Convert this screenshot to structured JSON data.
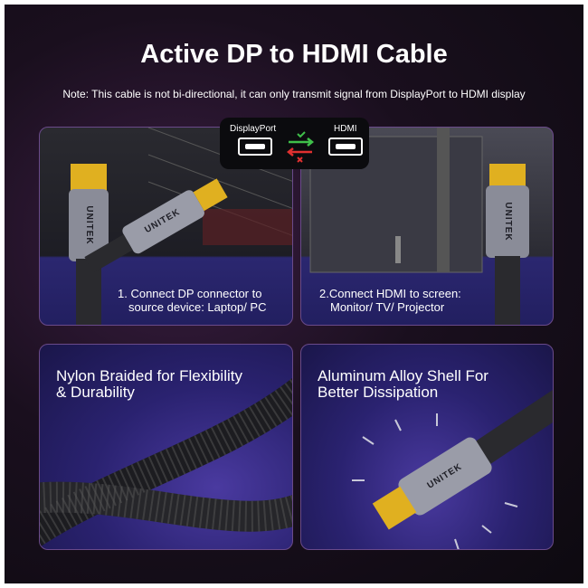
{
  "title": "Active DP to HDMI Cable",
  "note": "Note: This cable is not bi-directional, it can only transmit signal from DisplayPort to HDMI display",
  "badge": {
    "left_label": "DisplayPort",
    "right_label": "HDMI",
    "forward_icon": "check-icon",
    "reverse_icon": "x-icon",
    "colors": {
      "ok": "#3fbf4a",
      "no": "#e03030"
    }
  },
  "steps": [
    {
      "line1": "1. Connect DP connector to",
      "line2": "source device: Laptop/ PC"
    },
    {
      "line1": "2.Connect HDMI to screen:",
      "line2": "Monitor/ TV/ Projector"
    }
  ],
  "features": [
    {
      "line1": "Nylon Braided for Flexibility",
      "line2": "& Durability"
    },
    {
      "line1": "Aluminum Alloy Shell For",
      "line2": "Better Dissipation"
    }
  ],
  "brand": "UNITEK"
}
